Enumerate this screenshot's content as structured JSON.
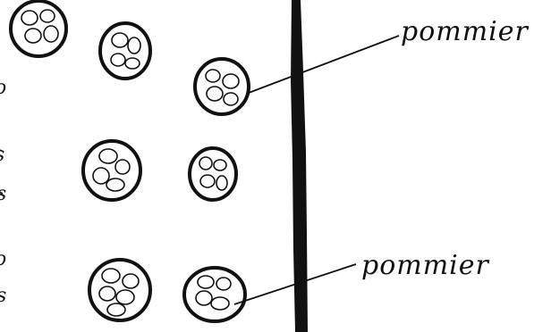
{
  "labels": {
    "top": "pommier",
    "bottom": "pommier"
  },
  "edge_marks": [
    "o",
    "s",
    "s",
    "o",
    "s"
  ],
  "colors": {
    "ink": "#111111",
    "paper": "#ffffff"
  }
}
